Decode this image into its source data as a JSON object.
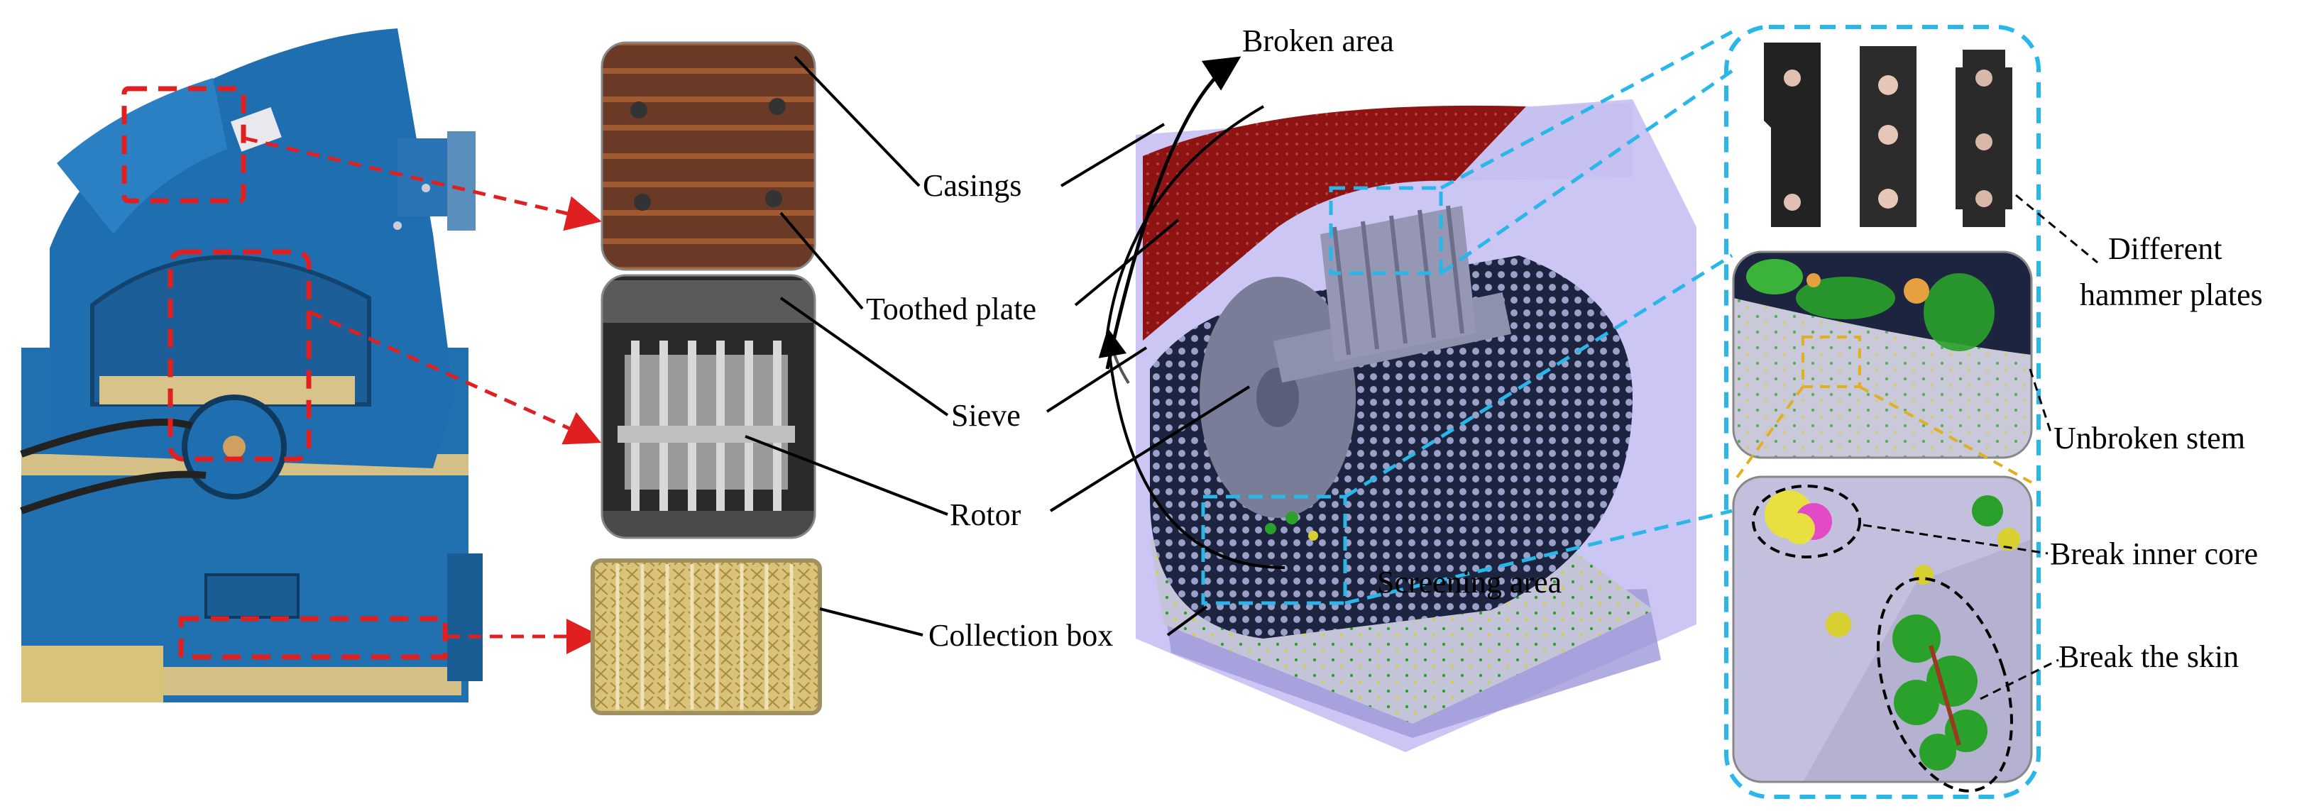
{
  "labels": {
    "broken_area": "Broken area",
    "casings": "Casings",
    "toothed_plate": "Toothed plate",
    "sieve": "Sieve",
    "rotor": "Rotor",
    "collection_box": "Collection box",
    "screening_area": "Screening area",
    "different_hammer_plates_line1": "Different",
    "different_hammer_plates_line2": "hammer plates",
    "unbroken_stem": "Unbroken stem",
    "break_inner_core": "Break inner core",
    "break_the_skin": "Break the skin"
  },
  "colors": {
    "machine_blue": "#1f6fb0",
    "callout_red": "#e02020",
    "zoom_cyan": "#29b6e8",
    "detail_yellow": "#e0b020",
    "casing_red": "#8e1414",
    "chamber_violet": "#b9b3f0",
    "particle_green": "#2aa12a"
  }
}
